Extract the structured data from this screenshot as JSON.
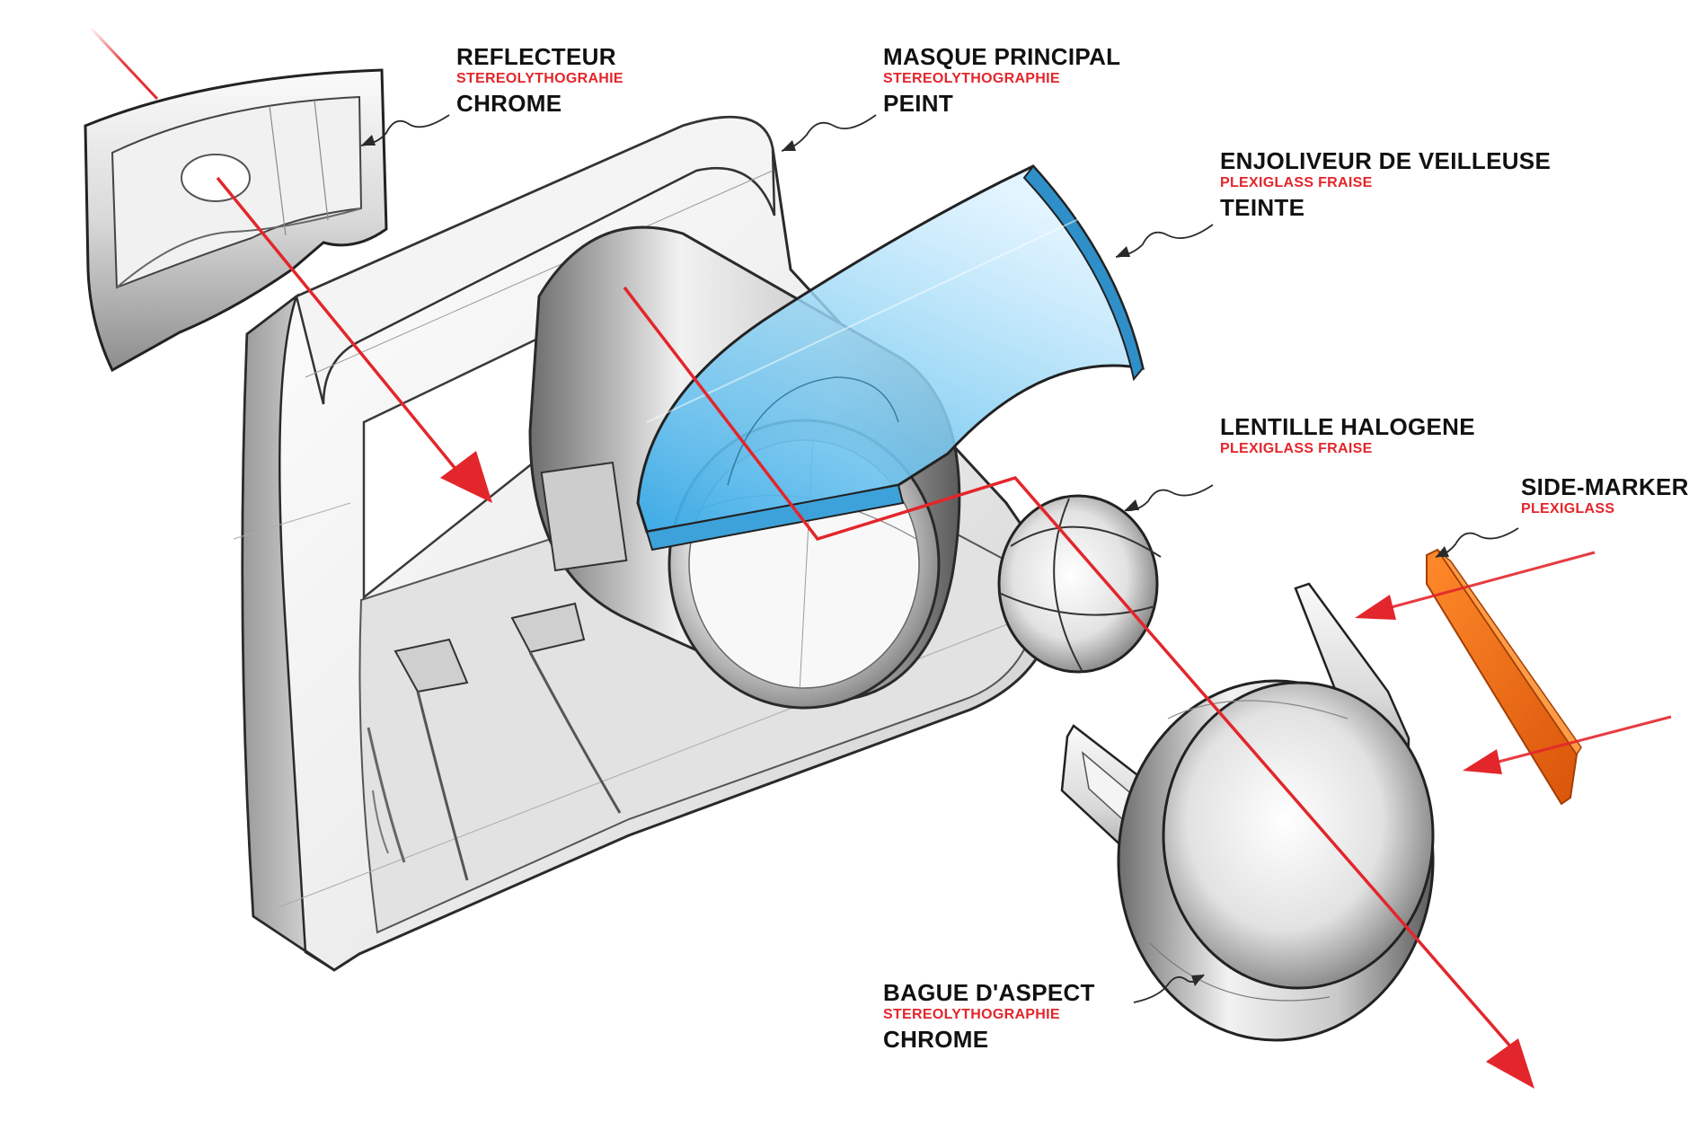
{
  "colors": {
    "arrow": "#e3262b",
    "lens_tint": "#5fc0ee",
    "side_marker": "#f26a12",
    "ink": "#1a1a1a"
  },
  "callouts": {
    "reflecteur": {
      "name": "REFLECTEUR",
      "material": "STEREOLYTHOGRAHIE",
      "finish": "CHROME"
    },
    "masque": {
      "name": "MASQUE PRINCIPAL",
      "material": "STEREOLYTHOGRAPHIE",
      "finish": "PEINT"
    },
    "enjoliveur": {
      "name": "ENJOLIVEUR DE VEILLEUSE",
      "material": "PLEXIGLASS FRAISE",
      "finish": "TEINTE"
    },
    "lentille": {
      "name": "LENTILLE HALOGENE",
      "material": "PLEXIGLASS FRAISE"
    },
    "side_marker": {
      "name": "SIDE-MARKER",
      "material": "PLEXIGLASS"
    },
    "bague": {
      "name": "BAGUE D'ASPECT",
      "material": "STEREOLYTHOGRAPHIE",
      "finish": "CHROME"
    }
  }
}
